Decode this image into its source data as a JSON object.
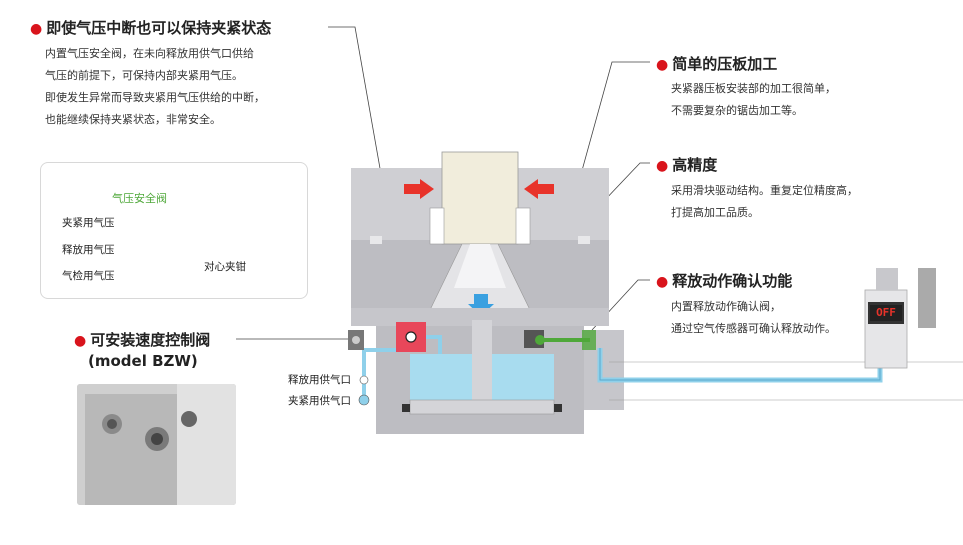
{
  "sections": {
    "hold_clamp": {
      "title": "即使气压中断也可以保持夹紧状态",
      "lines": [
        "内置气压安全阀，在未向释放用供气口供给",
        "气压的前提下，可保持内部夹紧用气压。",
        "即使发生异常而导致夹紧用气压供给的中断，",
        "也能继续保持夹紧状态，非常安全。"
      ]
    },
    "simple_jaw": {
      "title": "简单的压板加工",
      "lines": [
        "夹紧器压板安装部的加工很简单，",
        "不需要复杂的锯齿加工等。"
      ]
    },
    "precision": {
      "title": "高精度",
      "lines": [
        "采用滑块驱动结构。重复定位精度高，",
        "打提高加工品质。"
      ]
    },
    "release_confirm": {
      "title": "释放动作确认功能",
      "lines": [
        "内置释放动作确认阀，",
        "通过空气传感器可确认释放动作。"
      ]
    },
    "speed_valve": {
      "title": "可安装速度控制阀",
      "subtitle": "(model BZW)"
    }
  },
  "inset": {
    "safety_valve": "气压安全阀",
    "clamp_air": "夹紧用气压",
    "release_air": "释放用气压",
    "check_air": "气检用气压",
    "center_clamp": "对心夹钳"
  },
  "ports": {
    "release_port": "释放用供气口",
    "clamp_port": "夹紧用供气口"
  },
  "sensor": {
    "display": "OFF"
  },
  "colors": {
    "accent_red": "#d9141c",
    "air_blue": "#a8dcef",
    "arrow_red": "#e8332a",
    "arrow_blue": "#3aa0e0",
    "valve_pink": "#e8475a",
    "green": "#4fa83a"
  }
}
